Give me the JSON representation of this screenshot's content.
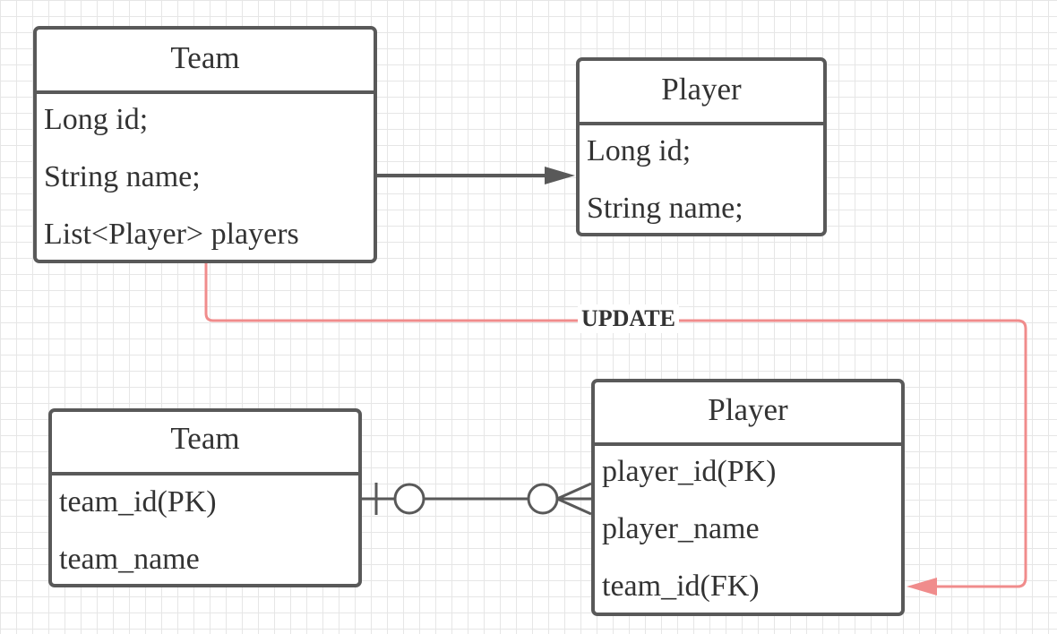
{
  "colors": {
    "border": "#595959",
    "text": "#333333",
    "grid": "#e6e6e6",
    "update_line": "#f08c8c"
  },
  "class_diagram": {
    "team": {
      "title": "Team",
      "fields": [
        "Long id;",
        "String name;",
        "List<Player> players"
      ]
    },
    "player": {
      "title": "Player",
      "fields": [
        "Long id;",
        "String name;"
      ]
    }
  },
  "update_label": "UPDATE",
  "erd": {
    "team": {
      "title": "Team",
      "fields": [
        "team_id(PK)",
        "team_name"
      ]
    },
    "player": {
      "title": "Player",
      "fields": [
        "player_id(PK)",
        "player_name",
        "team_id(FK)"
      ]
    },
    "relationship": {
      "from_cardinality": "zero-or-one",
      "to_cardinality": "zero-or-many"
    }
  }
}
